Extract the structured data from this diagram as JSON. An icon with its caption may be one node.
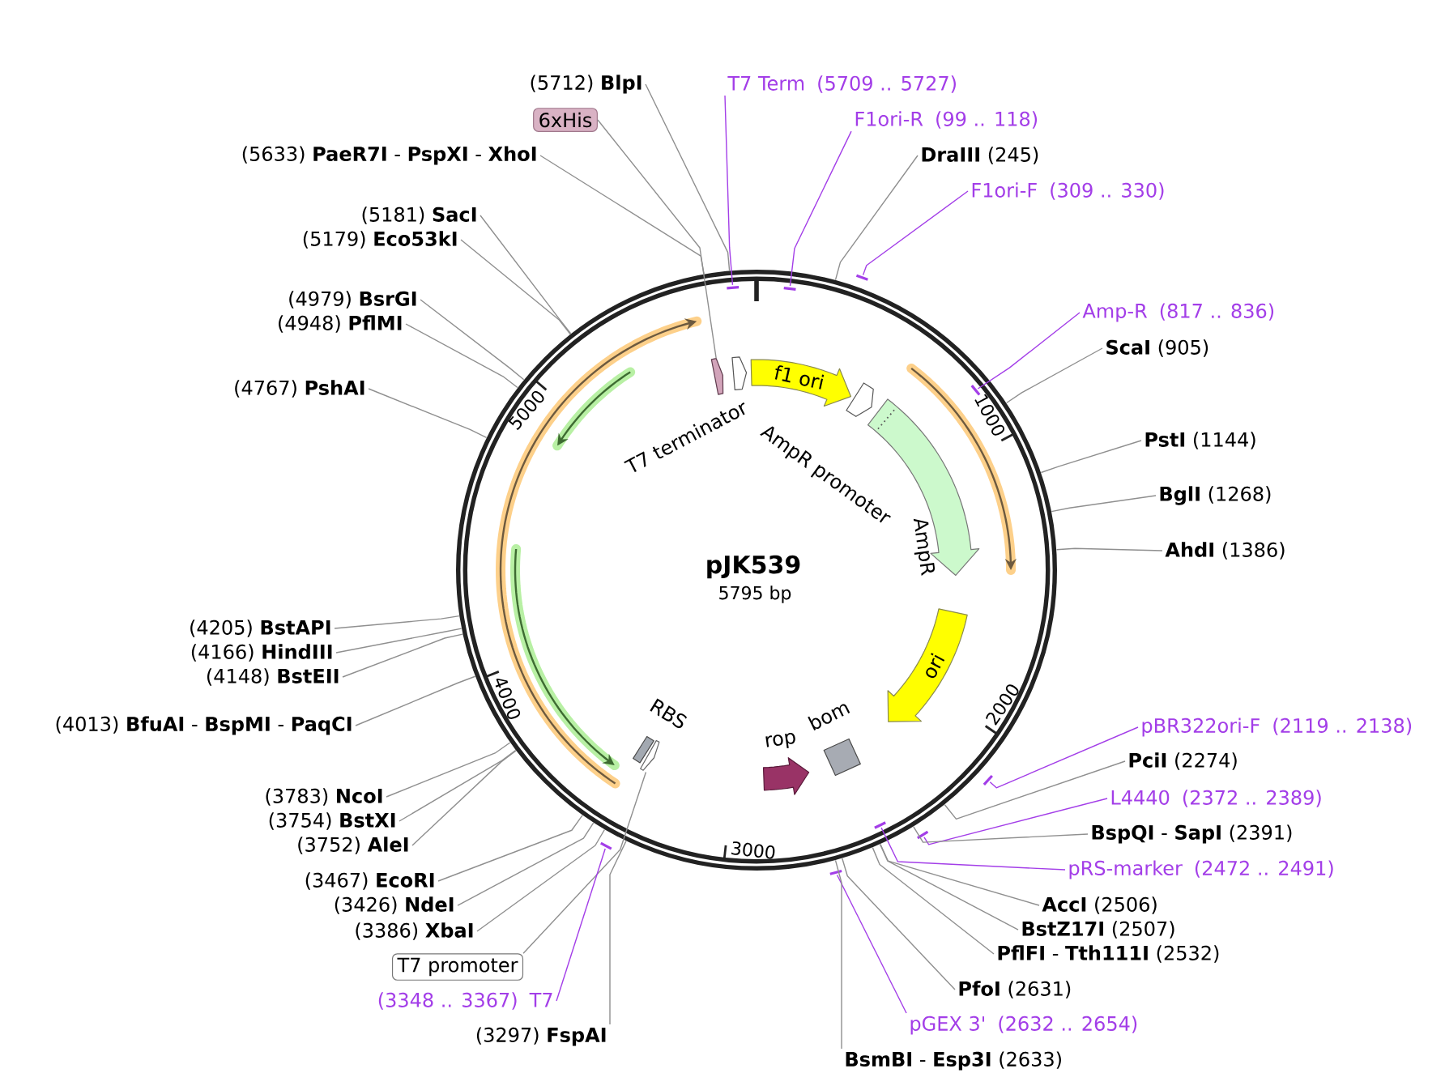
{
  "diagram": {
    "nodes": [
      {
        "text": [
          "(5712) **BlpI**"
        ]
      },
      {
        "text": [
          "6xHis"
        ]
      },
      {
        "text": [
          "(5633) **PaeR7I** - **PspXI** - **XhoI**"
        ]
      },
      {
        "text": [
          "(5181) **SacI**"
        ]
      },
      {
        "text": [
          "(5179) **Eco53kI**"
        ]
      },
      {
        "text": [
          "(4979) **BsrGI**"
        ]
      },
      {
        "text": [
          "(4948) **PflMI**"
        ]
      },
      {
        "text": [
          "(4767) **PshAI**"
        ]
      },
      {
        "text": [
          "(4205) **BstAPI**"
        ]
      },
      {
        "text": [
          "(4166) **HindIII**"
        ]
      },
      {
        "text": [
          "(4148) **BstEII**"
        ]
      },
      {
        "text": [
          "(4013) **BfuAI** - **BspMI** - **PaqCI**"
        ]
      },
      {
        "text": [
          "(3783) **NcoI**"
        ]
      },
      {
        "text": [
          "(3754) **BstXI**"
        ]
      },
      {
        "text": [
          "(3752) **AleI**"
        ]
      },
      {
        "text": [
          "(3467) **EcoRI**"
        ]
      },
      {
        "text": [
          "(3426) **NdeI**"
        ]
      },
      {
        "text": [
          "(3386) **XbaI**"
        ]
      },
      {
        "text": [
          "T7 promoter"
        ]
      },
      {
        "text": [
          "(3348 .. 3367)",
          "T7"
        ]
      },
      {
        "text": [
          "(3297) **FspAI**"
        ]
      },
      {
        "text": [
          "T7 Term",
          "(5709 .. 5727)"
        ]
      },
      {
        "text": [
          "F1ori-R",
          "(99 .. 118)"
        ]
      },
      {
        "text": [
          "**DraIII** (245)"
        ]
      },
      {
        "text": [
          "F1ori-F",
          "(309 .. 330)"
        ]
      },
      {
        "text": [
          "Amp-R",
          "(817 .. 836)"
        ]
      },
      {
        "text": [
          "**ScaI** (905)"
        ]
      },
      {
        "text": [
          "**PstI** (1144)"
        ]
      },
      {
        "text": [
          "**BglI** (1268)"
        ]
      },
      {
        "text": [
          "**AhdI** (1386)"
        ]
      },
      {
        "text": [
          "pBR322ori-F",
          "(2119 .. 2138)"
        ]
      },
      {
        "text": [
          "**PciI** (2274)"
        ]
      },
      {
        "text": [
          "L4440",
          "(2372 .. 2389)"
        ]
      },
      {
        "text": [
          "**BspQI** - **SapI** (2391)"
        ]
      },
      {
        "text": [
          "pRS-marker",
          "(2472 .. 2491)"
        ]
      },
      {
        "text": [
          "**AccI** (2506)"
        ]
      },
      {
        "text": [
          "**BstZ17I** (2507)"
        ]
      },
      {
        "text": [
          "**PflFI** - **Tth111I** (2532)"
        ]
      },
      {
        "text": [
          "**PfoI** (2631)"
        ]
      },
      {
        "text": [
          "pGEX 3'",
          "(2632 .. 2654)"
        ]
      },
      {
        "text": [
          "**BsmBI** - **Esp3I** (2633)"
        ]
      },
      {
        "text": [
          "pJK539",
          "5795 bp"
        ]
      },
      {
        "text": [],
        "shape": "arrow",
        "in": 41
      },
      {
        "text": [
          "T7 terminator"
        ],
        "in": 41
      },
      {
        "text": [
          "f1 ori"
        ],
        "in": 41
      },
      {
        "text": [
          "AmpR promoter"
        ],
        "in": 41
      },
      {
        "text": [
          "AmpR"
        ],
        "in": 41
      },
      {
        "text": [
          "ori"
        ],
        "in": 41
      },
      {
        "text": [
          "bom"
        ],
        "in": 41
      },
      {
        "text": [
          "rop"
        ],
        "in": 41
      },
      {
        "text": [
          "RBS"
        ],
        "in": 41
      },
      {
        "text": [],
        "shape": "arrow",
        "in": 41
      },
      {
        "text": [],
        "shape": "bar"
      },
      {
        "text": [],
        "shape": "bar",
        "in": 41
      },
      {
        "text": [],
        "shape": "bar",
        "in": 41
      },
      {
        "text": [],
        "shape": "bar"
      },
      {
        "text": [],
        "shape": "bar"
      },
      {
        "text": [],
        "shape": "bar",
        "in": 41
      },
      {
        "text": [],
        "shape": "bar"
      },
      {
        "text": [],
        "shape": "bar"
      },
      {
        "text": [],
        "shape": "bar",
        "in": 41
      }
    ],
    "edges": [
      {
        "from": 0,
        "to": 41,
        "arrow": "none"
      },
      {
        "from": 1,
        "to": 42,
        "arrow": "none"
      },
      {
        "from": 2,
        "to": 41,
        "arrow": "none"
      },
      {
        "from": 3,
        "to": 41,
        "arrow": "none"
      },
      {
        "from": 4,
        "to": 41,
        "arrow": "none"
      },
      {
        "from": 5,
        "to": 41,
        "arrow": "none"
      },
      {
        "from": 6,
        "to": 41,
        "arrow": "none"
      },
      {
        "from": 7,
        "to": 41,
        "arrow": "none"
      },
      {
        "from": 8,
        "to": 41,
        "arrow": "none"
      },
      {
        "from": 9,
        "to": 41,
        "arrow": "none"
      },
      {
        "from": 10,
        "to": 41,
        "arrow": "none"
      },
      {
        "from": 11,
        "to": 41,
        "arrow": "none"
      },
      {
        "from": 12,
        "to": 41,
        "arrow": "none"
      },
      {
        "from": 13,
        "to": 41,
        "arrow": "none"
      },
      {
        "from": 14,
        "to": 41,
        "arrow": "none"
      },
      {
        "from": 15,
        "to": 41,
        "arrow": "none"
      },
      {
        "from": 16,
        "to": 41,
        "arrow": "none"
      },
      {
        "from": 17,
        "to": 41,
        "arrow": "none"
      },
      {
        "from": 18,
        "to": 51,
        "arrow": "none"
      },
      {
        "from": 19,
        "to": 52,
        "arrow": "none",
        "color": "#a33ee8"
      },
      {
        "from": 20,
        "to": 41,
        "arrow": "none"
      },
      {
        "from": 21,
        "to": 53,
        "arrow": "none",
        "color": "#a33ee8"
      },
      {
        "from": 22,
        "to": 54,
        "arrow": "none",
        "color": "#a33ee8"
      },
      {
        "from": 23,
        "to": 41,
        "arrow": "none"
      },
      {
        "from": 24,
        "to": 56,
        "arrow": "none",
        "color": "#a33ee8"
      },
      {
        "from": 25,
        "to": 60,
        "arrow": "none",
        "color": "#a33ee8"
      },
      {
        "from": 26,
        "to": 41,
        "arrow": "none"
      },
      {
        "from": 27,
        "to": 41,
        "arrow": "none"
      },
      {
        "from": 28,
        "to": 41,
        "arrow": "none"
      },
      {
        "from": 29,
        "to": 41,
        "arrow": "none"
      },
      {
        "from": 30,
        "to": 59,
        "arrow": "none",
        "color": "#a33ee8"
      },
      {
        "from": 31,
        "to": 41,
        "arrow": "none"
      },
      {
        "from": 32,
        "to": 58,
        "arrow": "none",
        "color": "#a33ee8"
      },
      {
        "from": 33,
        "to": 41,
        "arrow": "none"
      },
      {
        "from": 34,
        "to": 57,
        "arrow": "none",
        "color": "#a33ee8"
      },
      {
        "from": 35,
        "to": 41,
        "arrow": "none"
      },
      {
        "from": 36,
        "to": 41,
        "arrow": "none"
      },
      {
        "from": 37,
        "to": 41,
        "arrow": "none"
      },
      {
        "from": 38,
        "to": 41,
        "arrow": "none"
      },
      {
        "from": 39,
        "to": 55,
        "arrow": "none",
        "color": "#a33ee8"
      },
      {
        "from": 40,
        "to": 41,
        "arrow": "none"
      }
    ],
    "labels": [
      "1000",
      "2000",
      "3000",
      "4000",
      "5000"
    ]
  }
}
